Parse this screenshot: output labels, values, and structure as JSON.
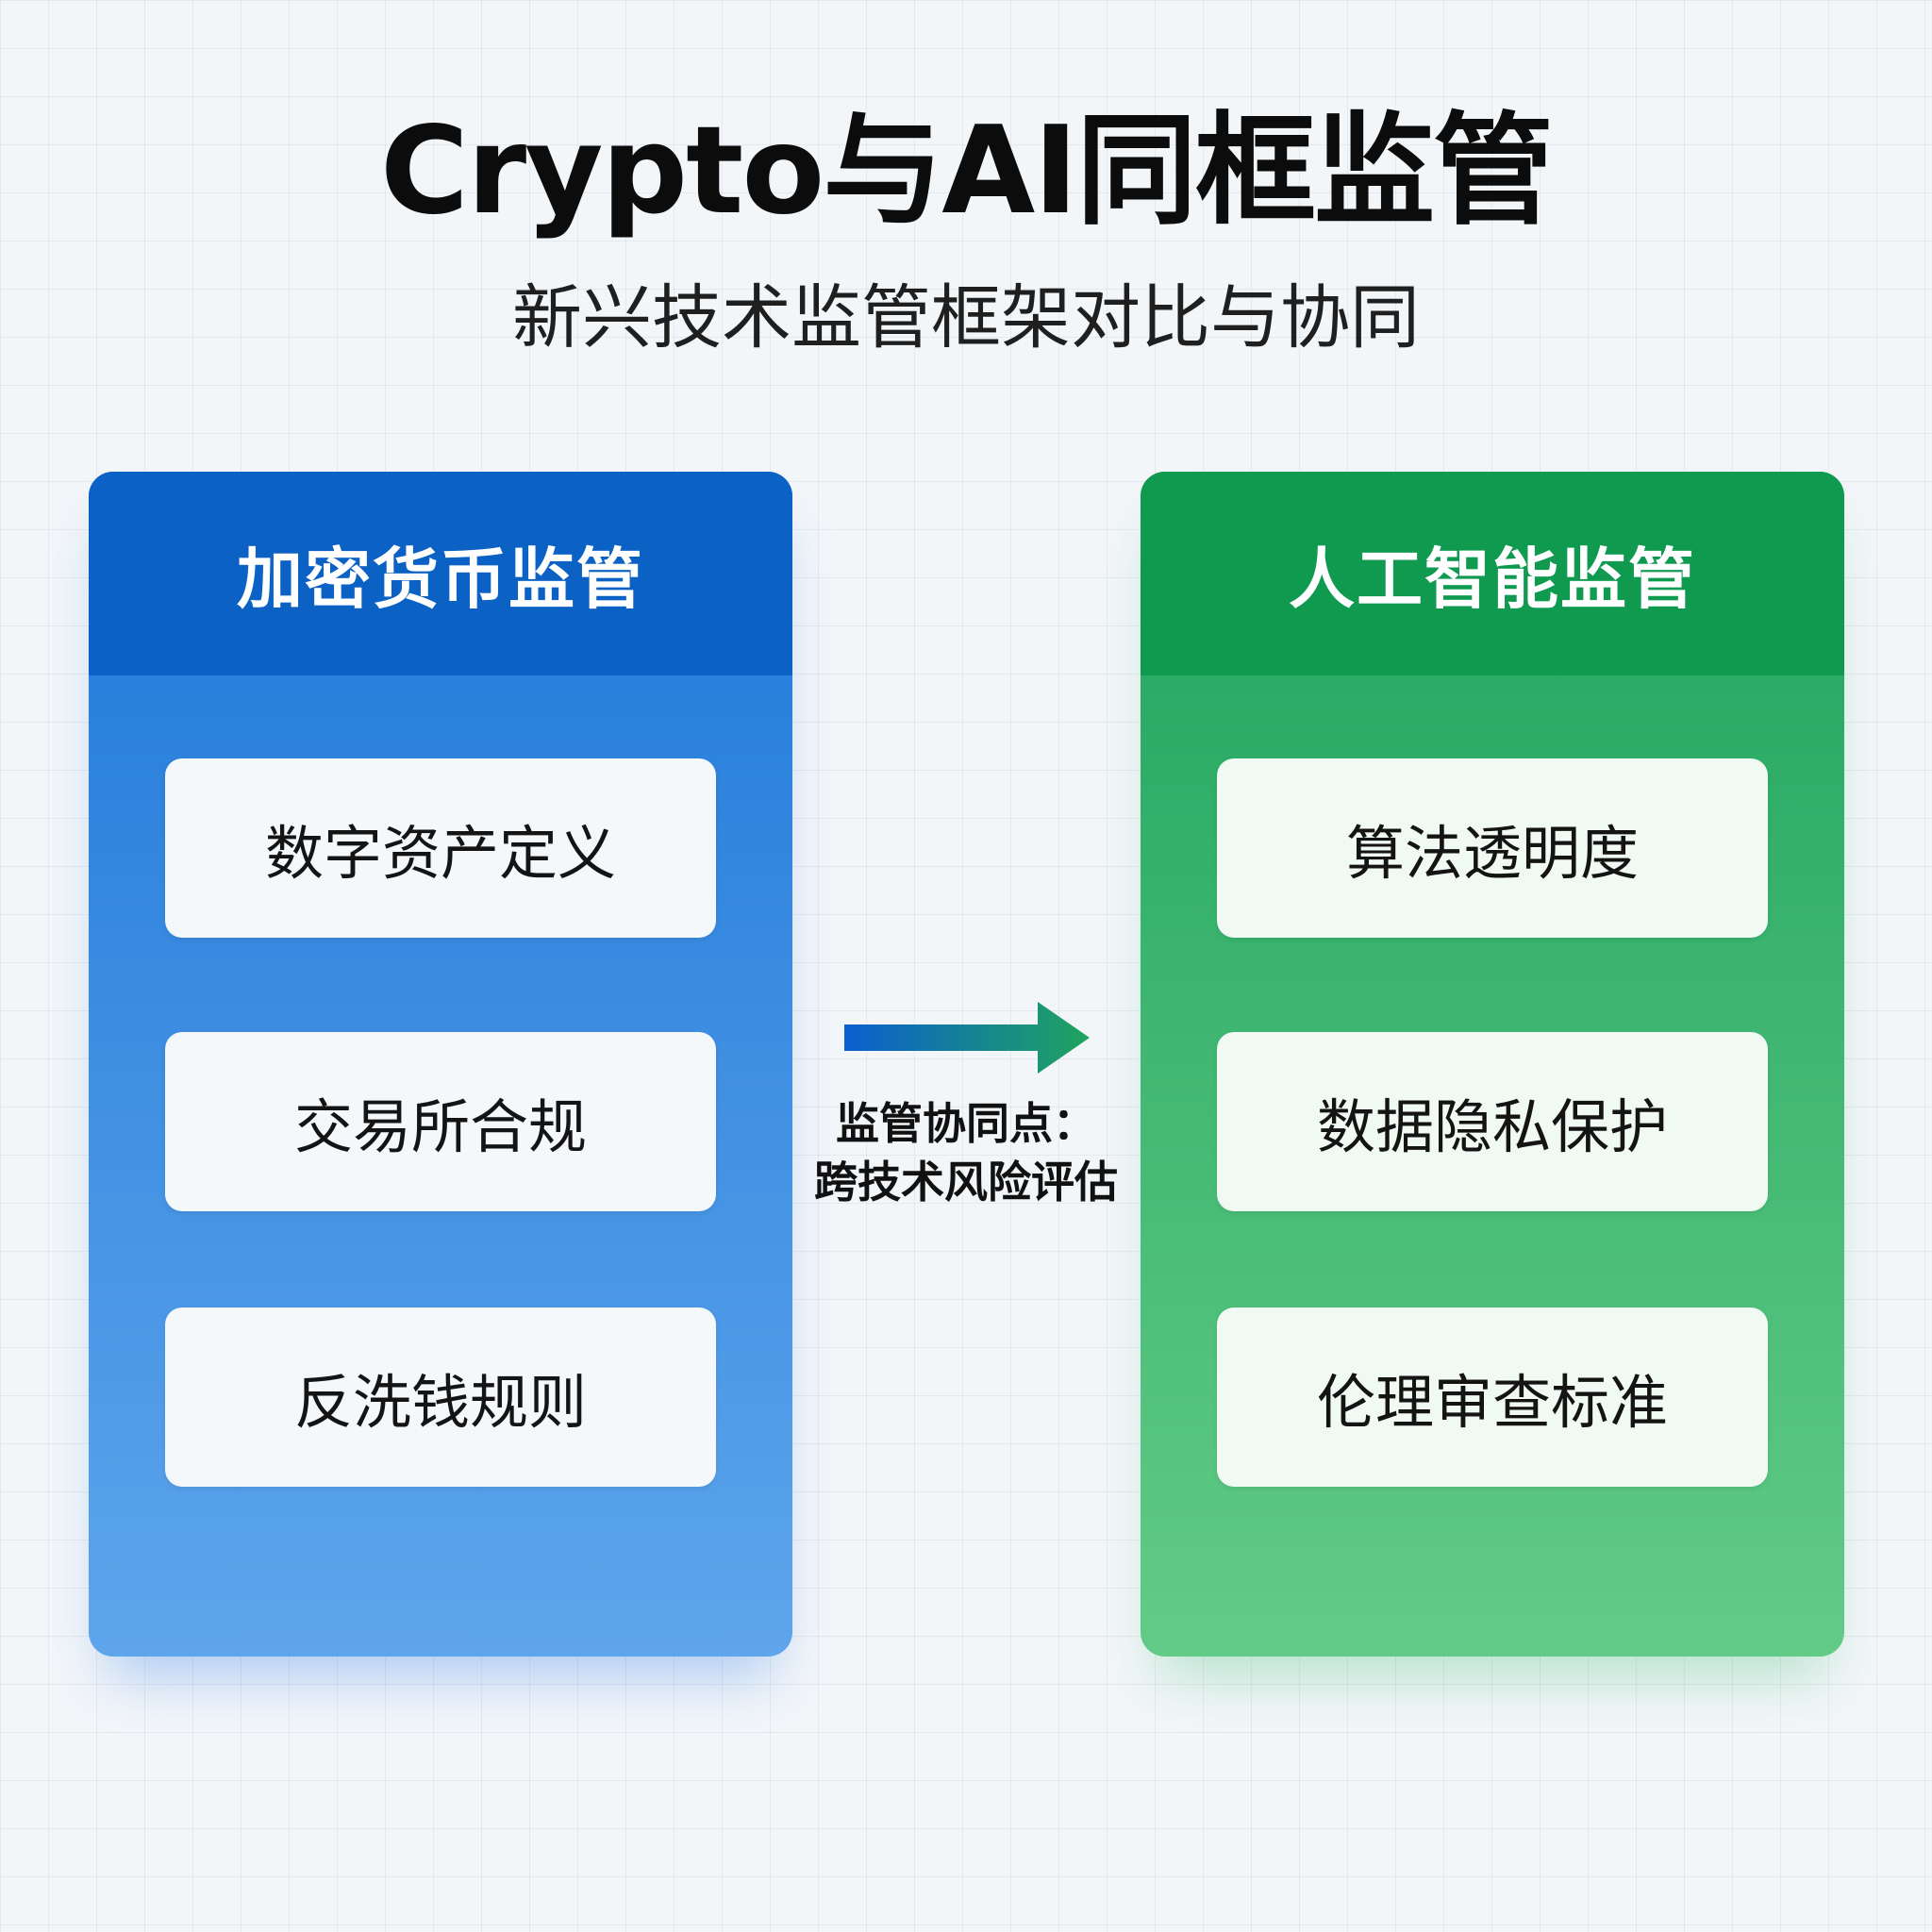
{
  "header": {
    "title": "Crypto与AI同框监管",
    "subtitle": "新兴技术监管框架对比与协同"
  },
  "left_panel": {
    "title": "加密货币监管",
    "items": [
      "数字资产定义",
      "交易所合规",
      "反洗钱规则"
    ]
  },
  "right_panel": {
    "title": "人工智能监管",
    "items": [
      "算法透明度",
      "数据隐私保护",
      "伦理审查标准"
    ]
  },
  "connector": {
    "label_line1": "监管协同点：",
    "label_line2": "跨技术风险评估"
  },
  "colors": {
    "blue_header": "#0b62c4",
    "blue_body": "#1f78d8",
    "green_header": "#0f9a50",
    "green_body": "#1fa45e"
  }
}
